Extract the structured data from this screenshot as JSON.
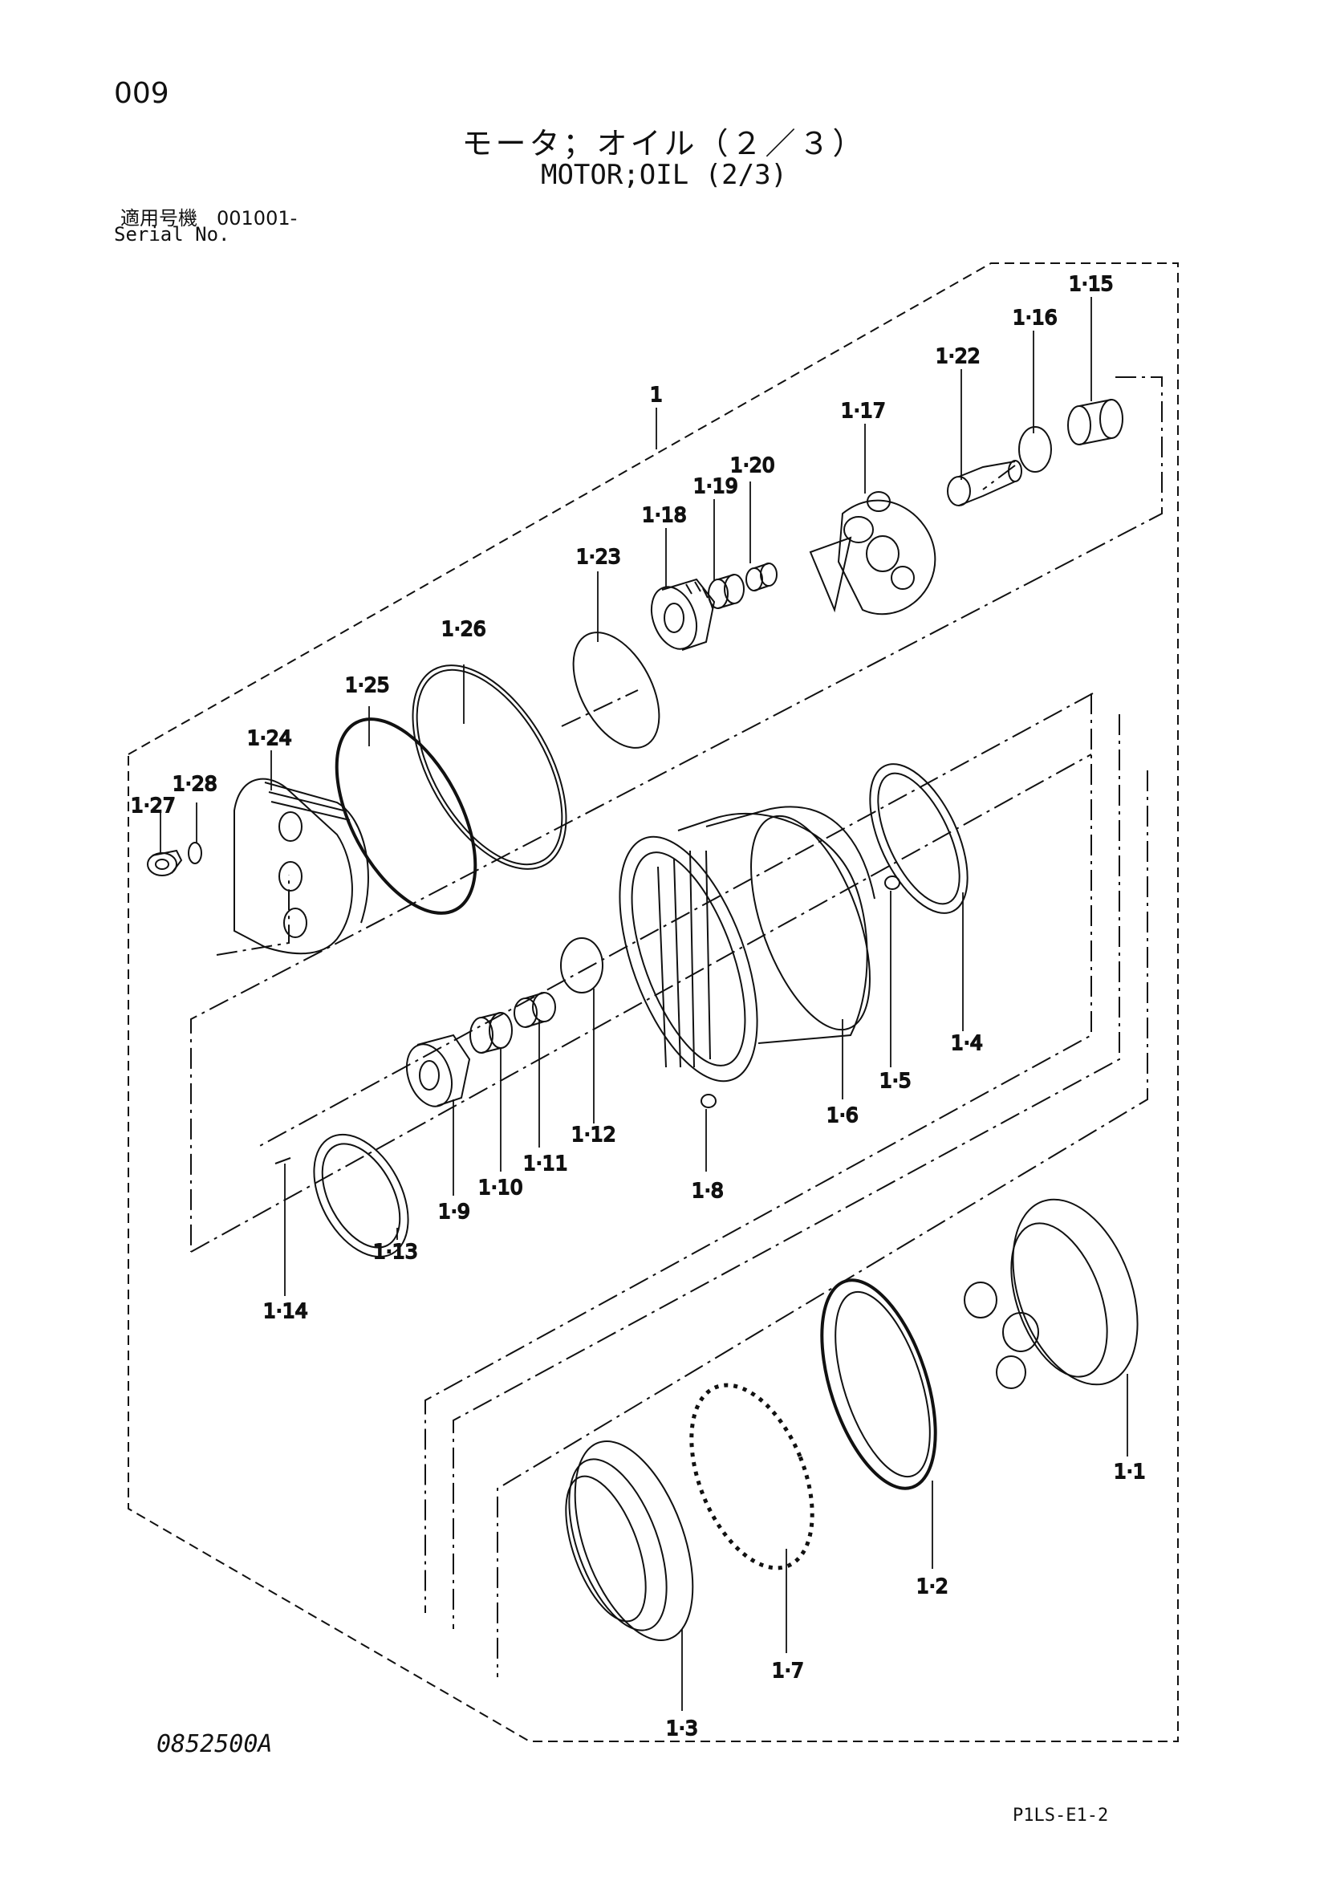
{
  "header": {
    "page_number": "009",
    "title_jp": "モータ；オイル（２／３）",
    "title_en": "MOTOR;OIL (2/3)",
    "serial_label_jp": "適用号機　001001-",
    "serial_label_en": "Serial No."
  },
  "footer": {
    "drawing_number": "0852500A",
    "sheet_code": "P1LS-E1-2"
  },
  "labels": {
    "l1": "1",
    "l1_1": "1·1",
    "l1_2": "1·2",
    "l1_3": "1·3",
    "l1_4": "1·4",
    "l1_5": "1·5",
    "l1_6": "1·6",
    "l1_7": "1·7",
    "l1_8": "1·8",
    "l1_9": "1·9",
    "l1_10": "1·10",
    "l1_11": "1·11",
    "l1_12": "1·12",
    "l1_13": "1·13",
    "l1_14": "1·14",
    "l1_15": "1·15",
    "l1_16": "1·16",
    "l1_17": "1·17",
    "l1_18": "1·18",
    "l1_19": "1·19",
    "l1_20": "1·20",
    "l1_22": "1·22",
    "l1_23": "1·23",
    "l1_24": "1·24",
    "l1_25": "1·25",
    "l1_26": "1·26",
    "l1_27": "1·27",
    "l1_28": "1·28"
  }
}
